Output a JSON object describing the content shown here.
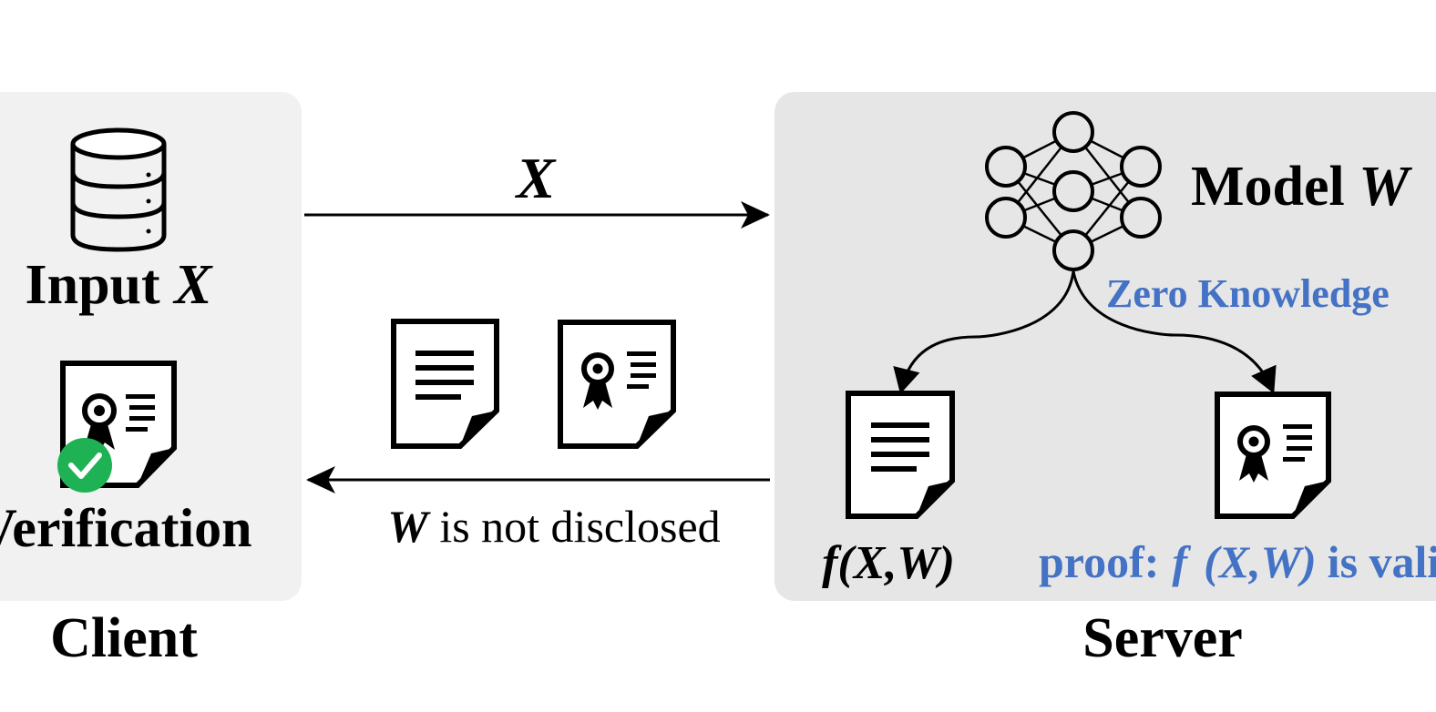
{
  "client": {
    "panel_label": "Client",
    "input_label_prefix": "Input ",
    "input_label_var": "X",
    "verification_label": "Verification"
  },
  "server": {
    "panel_label": "Server",
    "model_label_prefix": "Model ",
    "model_label_var": "W",
    "zero_knowledge_label": "Zero Knowledge",
    "output_label": "f(X,W)",
    "proof_label_prefix": "proof:",
    "proof_label_f": "f",
    "proof_label_expr": "(X,W)",
    "proof_label_suffix": "is valid"
  },
  "flow": {
    "request_label": "X",
    "response_label_var": "W",
    "response_label_text": " is not disclosed"
  },
  "colors": {
    "client_panel": "#f1f1f1",
    "server_panel": "#e6e6e6",
    "accent_blue": "#4472c4",
    "check_green": "#1fb255",
    "ink": "#000000"
  }
}
